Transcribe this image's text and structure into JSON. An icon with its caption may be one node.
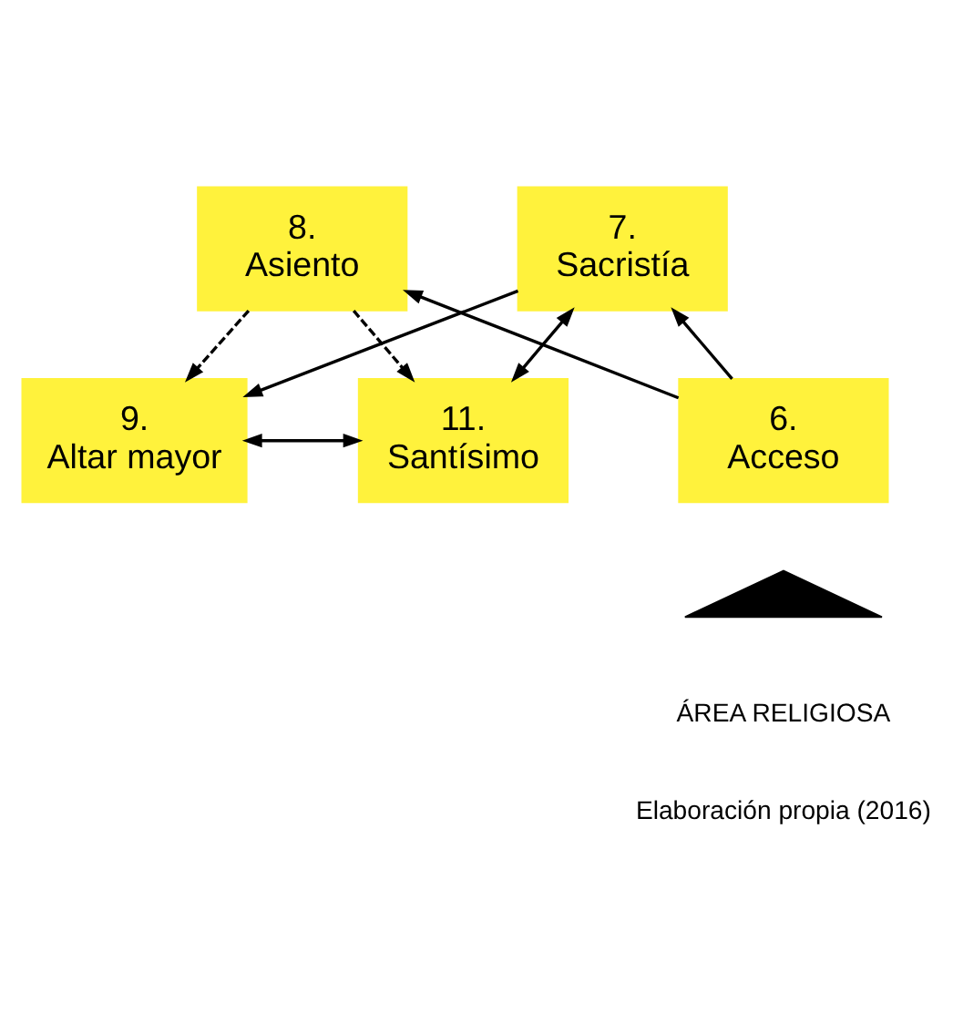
{
  "diagram": {
    "nodes": [
      {
        "text": [
          "9. Altar mayor"
        ]
      },
      {
        "text": [
          "11. Santísimo"
        ]
      },
      {
        "text": [
          "8. Asiento"
        ]
      },
      {
        "text": [
          "7. Sacristía"
        ]
      },
      {
        "text": [
          "6. Acceso"
        ]
      },
      {
        "text": [],
        "shape": "triangle"
      }
    ],
    "edges": [
      {
        "from": 0,
        "to": 1,
        "arrow": "both"
      },
      {
        "from": 2,
        "to": 0,
        "arrow": "to",
        "style": "dashed"
      },
      {
        "from": 2,
        "to": 1,
        "arrow": "to",
        "style": "dashed"
      },
      {
        "from": 3,
        "to": 0,
        "arrow": "to"
      },
      {
        "from": 1,
        "to": 3,
        "arrow": "both"
      },
      {
        "from": 4,
        "to": 2,
        "arrow": "to"
      },
      {
        "from": 4,
        "to": 3,
        "arrow": "to"
      }
    ],
    "labels": [
      "ÁREA RELIGIOSA",
      "Elaboración propia (2016)"
    ]
  }
}
